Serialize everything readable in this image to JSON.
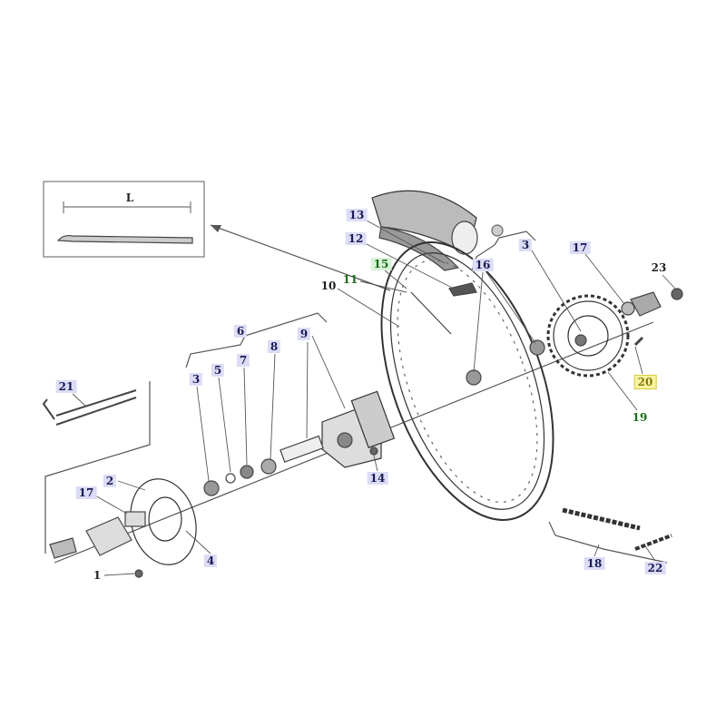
{
  "inset": {
    "dimension_label": "L"
  },
  "callouts": {
    "c1": "1",
    "c2": "2",
    "c3a": "3",
    "c3b": "3",
    "c4": "4",
    "c5": "5",
    "c6": "6",
    "c7": "7",
    "c8": "8",
    "c9": "9",
    "c10": "10",
    "c11": "11",
    "c12": "12",
    "c13": "13",
    "c14": "14",
    "c15": "15",
    "c16": "16",
    "c17a": "17",
    "c17b": "17",
    "c18": "18",
    "c19": "19",
    "c20": "20",
    "c21": "21",
    "c22": "22",
    "c23": "23"
  },
  "colors": {
    "callout_bg": "#dcdcf6",
    "highlight": "#f7f3a0",
    "green_text": "#1b6b1b"
  }
}
